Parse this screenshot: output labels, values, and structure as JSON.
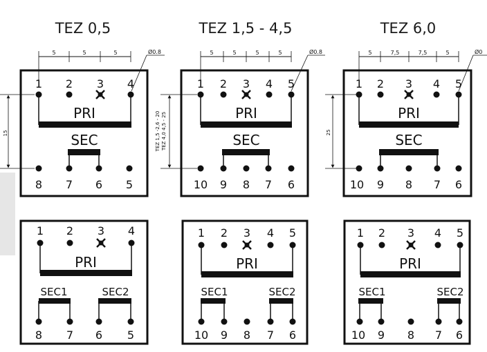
{
  "titles": [
    "TEZ 0,5",
    "TEZ 1,5 - 4,5",
    "TEZ 6,0"
  ],
  "pin_diameter": [
    "Ø0.8",
    "Ø0.8",
    "Ø0"
  ],
  "side_dims": [
    "15",
    "TEZ 1,5 -2,6 - 20",
    "TEZ 4,0 4,5 - 25",
    "25"
  ],
  "diagrams": {
    "d1": {
      "spacings": [
        "5",
        "5",
        "5"
      ],
      "top_pins": [
        "1",
        "2",
        "3",
        "4"
      ],
      "bottom_pins": [
        "8",
        "7",
        "6",
        "5"
      ],
      "pri": "PRI",
      "sec": "SEC"
    },
    "d2": {
      "spacings": [
        "5",
        "5",
        "5",
        "5"
      ],
      "top_pins": [
        "1",
        "2",
        "3",
        "4",
        "5"
      ],
      "bottom_pins": [
        "10",
        "9",
        "8",
        "7",
        "6"
      ],
      "pri": "PRI",
      "sec": "SEC"
    },
    "d3": {
      "spacings": [
        "5",
        "7,5",
        "7,5",
        "5"
      ],
      "top_pins": [
        "1",
        "2",
        "3",
        "4",
        "5"
      ],
      "bottom_pins": [
        "10",
        "9",
        "8",
        "7",
        "6"
      ],
      "pri": "PRI",
      "sec": "SEC"
    },
    "d4": {
      "top_pins": [
        "1",
        "2",
        "3",
        "4"
      ],
      "bottom_pins": [
        "8",
        "7",
        "6",
        "5"
      ],
      "pri": "PRI",
      "sec1": "SEC1",
      "sec2": "SEC2"
    },
    "d5": {
      "top_pins": [
        "1",
        "2",
        "3",
        "4",
        "5"
      ],
      "bottom_pins": [
        "10",
        "9",
        "8",
        "7",
        "6"
      ],
      "pri": "PRI",
      "sec1": "SEC1",
      "sec2": "SEC2"
    },
    "d6": {
      "top_pins": [
        "1",
        "2",
        "3",
        "4",
        "5"
      ],
      "bottom_pins": [
        "10",
        "9",
        "8",
        "7",
        "6"
      ],
      "pri": "PRI",
      "sec1": "SEC1",
      "sec2": "SEC2"
    }
  }
}
